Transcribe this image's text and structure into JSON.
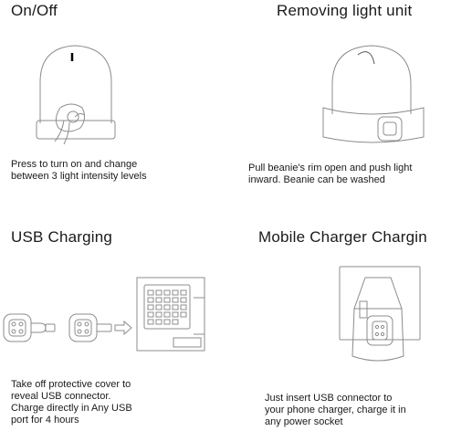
{
  "panels": {
    "onoff": {
      "title": "On/Off",
      "caption": "Press to turn on and change\nbetween 3 light intensity levels"
    },
    "removing": {
      "title": "Removing light unit",
      "caption": "Pull beanie's rim open and push light\ninward. Beanie can be washed"
    },
    "usb": {
      "title": "USB Charging",
      "caption": "Take off protective cover to\nreveal USB connector.\nCharge directly in Any USB\nport for 4  hours"
    },
    "mobile": {
      "title": "Mobile Charger Chargin",
      "caption": "Just insert USB connector to\nyour phone charger, charge it in\nany power socket"
    }
  },
  "colors": {
    "text": "#1a1a1a",
    "line": "#8c8c8c",
    "accent": "#000000"
  }
}
